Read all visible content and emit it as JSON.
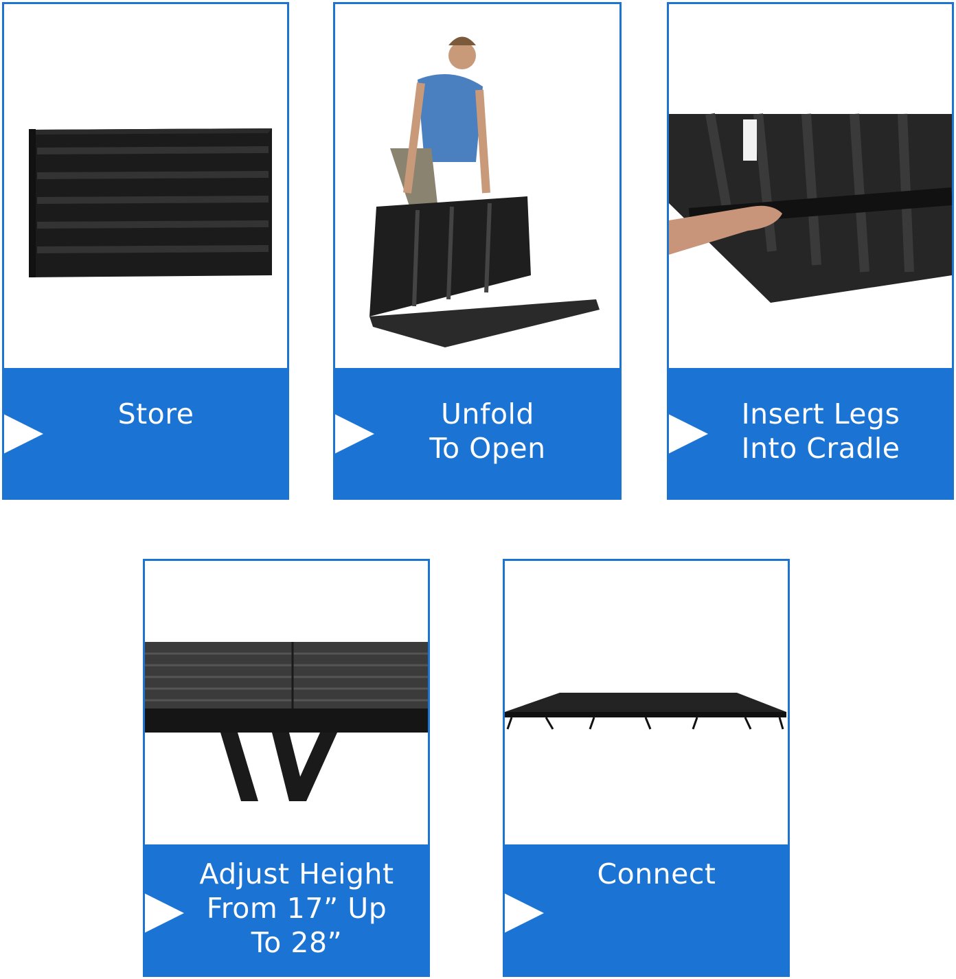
{
  "colors": {
    "accent": "#1b73d3",
    "border": "#1c74d0",
    "panel": "#1e1e1e"
  },
  "steps": [
    {
      "label": "Store"
    },
    {
      "label": "Unfold\nTo Open"
    },
    {
      "label": "Insert Legs\nInto Cradle"
    },
    {
      "label": "Adjust Height\nFrom 17” Up\nTo 28”"
    },
    {
      "label": "Connect"
    }
  ]
}
